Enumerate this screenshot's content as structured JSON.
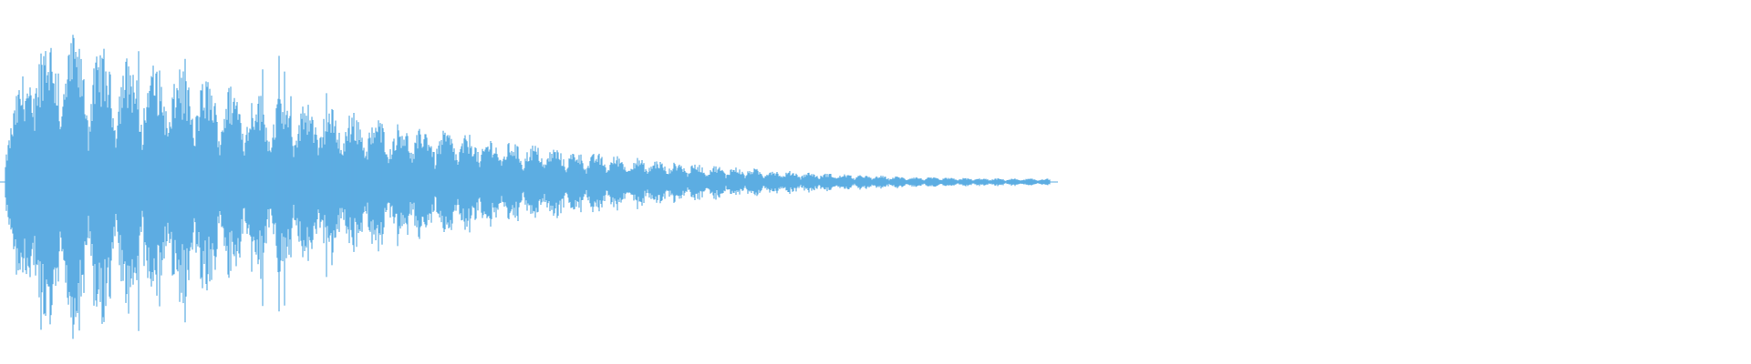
{
  "waveform": {
    "color": "#5DADE2",
    "background": "#FFFFFF",
    "type": "audio-waveform",
    "shape": "decaying impulse with periodic pulses",
    "relative_length": 0.6
  }
}
